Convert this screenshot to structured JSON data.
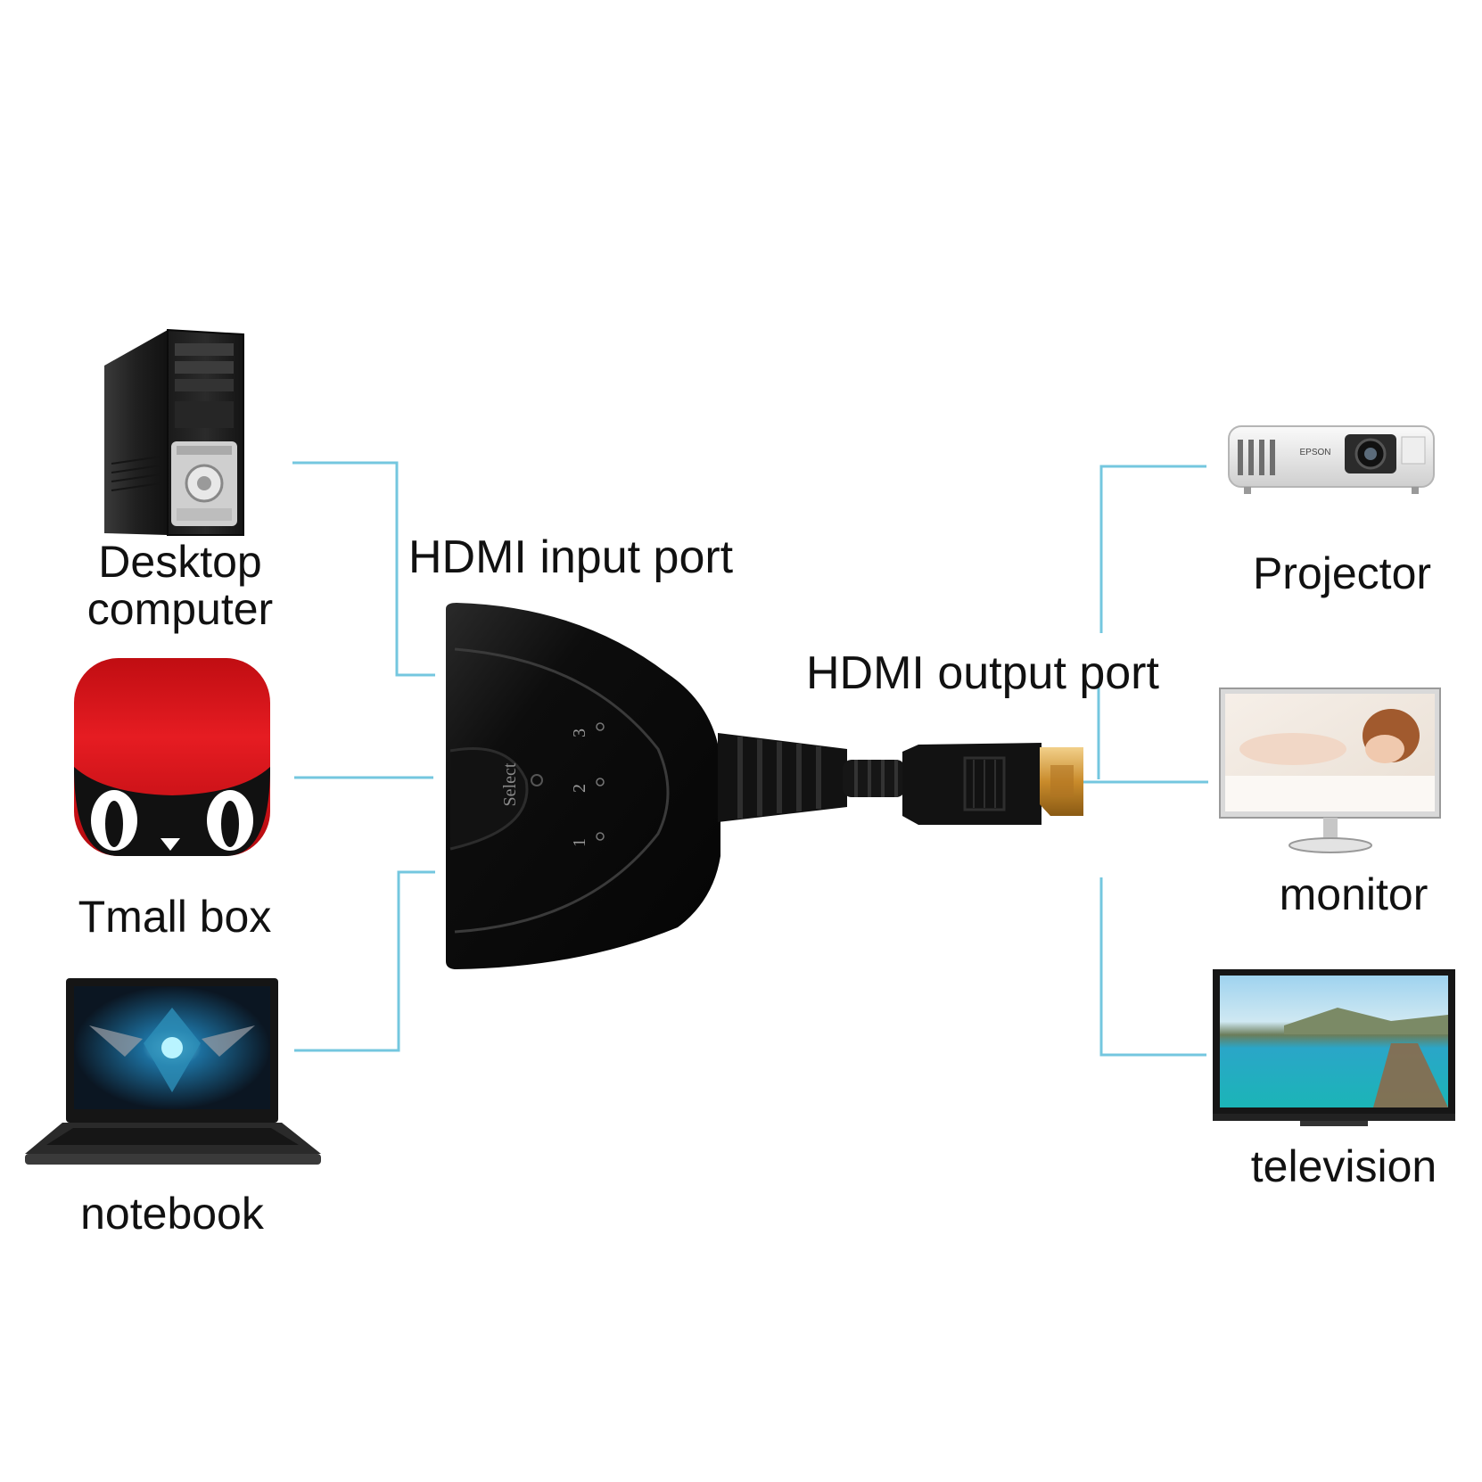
{
  "colors": {
    "connector_line": "#74c7df",
    "switch_body": "#0d0d0d",
    "tmall_red": "#e0141a",
    "hdmi_gold": "#d9a441"
  },
  "input_port_label": "HDMI input port",
  "output_port_label": "HDMI output port",
  "switch": {
    "button_label": "Select",
    "channels": [
      "1",
      "2",
      "3"
    ]
  },
  "sources": [
    {
      "icon": "desktop-computer-icon",
      "label_lines": [
        "Desktop",
        "computer"
      ]
    },
    {
      "icon": "tmall-box-icon",
      "label_lines": [
        "Tmall box"
      ]
    },
    {
      "icon": "notebook-icon",
      "label_lines": [
        "notebook"
      ]
    }
  ],
  "displays": [
    {
      "icon": "projector-icon",
      "label": "Projector",
      "brand": "EPSON"
    },
    {
      "icon": "monitor-icon",
      "label": "monitor"
    },
    {
      "icon": "television-icon",
      "label": "television"
    }
  ]
}
